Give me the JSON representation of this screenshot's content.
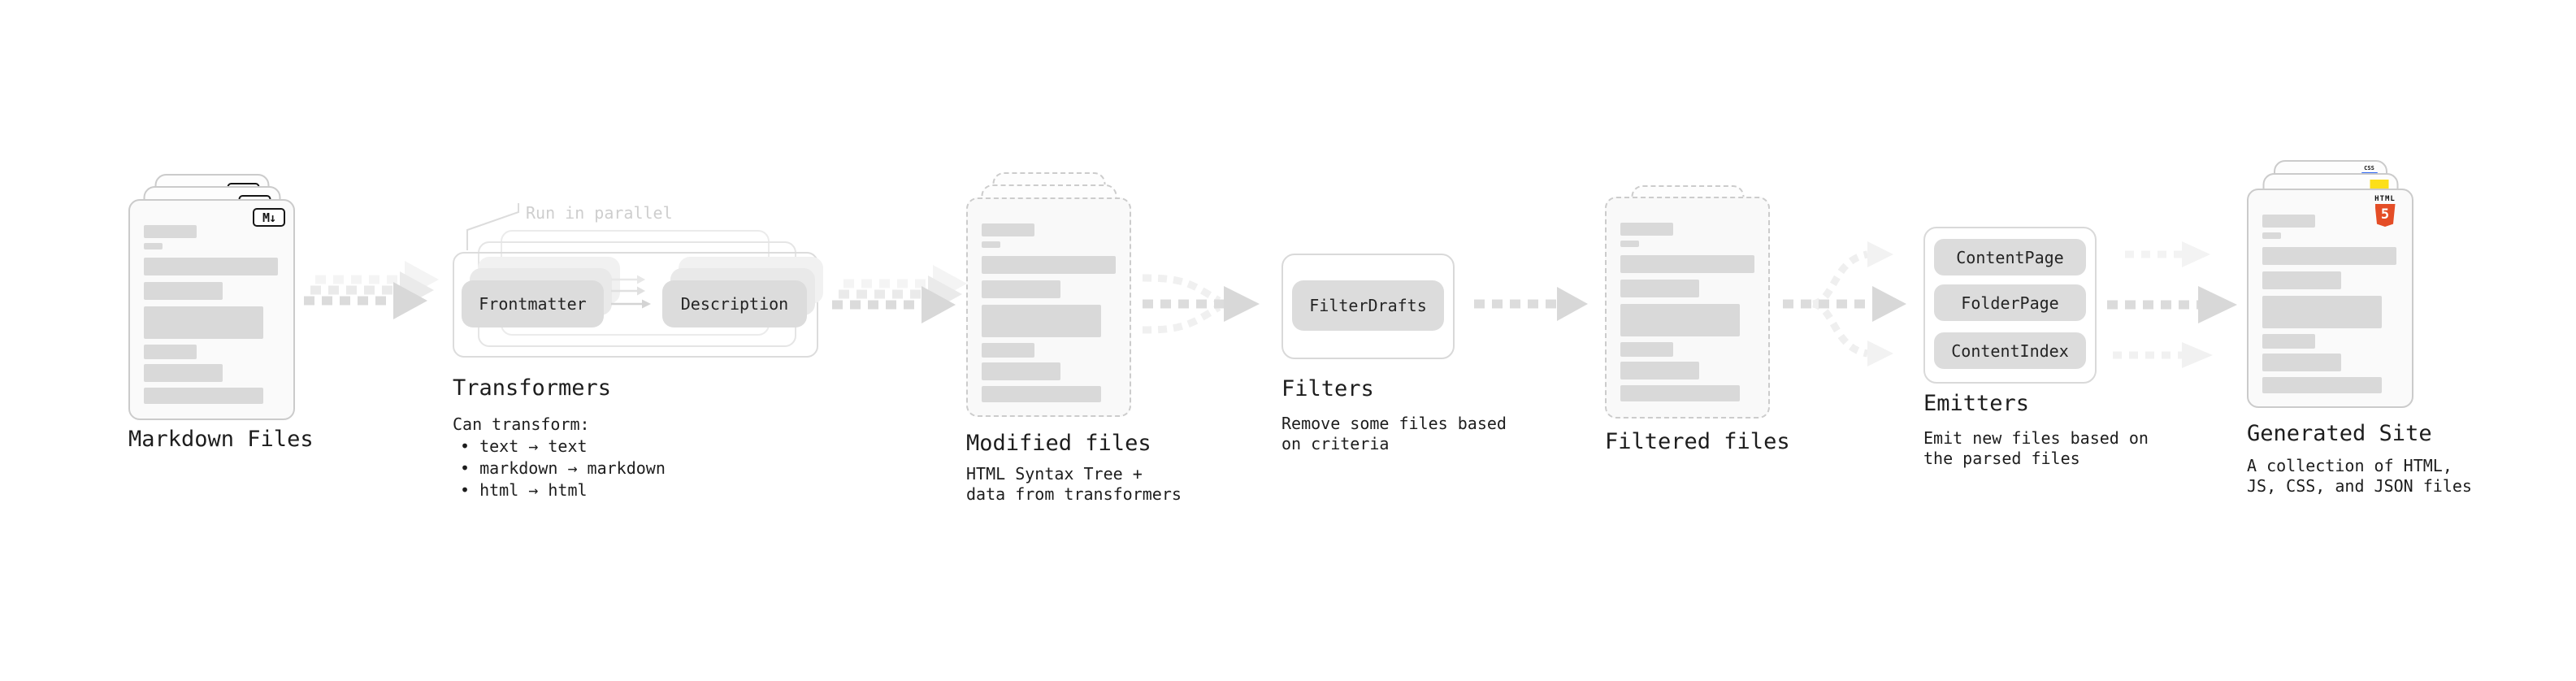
{
  "palette": {
    "text": "#1d1d1d",
    "annotation_gray": "#cecece",
    "doc_border": "#cbcbcb",
    "doc_bg": "#fafafa",
    "skeleton_bar": "#d9d9d9",
    "pill_bg": "#dcdcdc",
    "arrow_gray": "#d8d8d8",
    "html5_orange": "#e44d26",
    "css_blue": "#2d65f2",
    "js_yellow": "#fcdf19"
  },
  "stages": {
    "markdown_files": {
      "label": "Markdown Files",
      "badge": "M↓"
    },
    "transformers": {
      "label": "Transformers",
      "annotation": "Run in parallel",
      "steps": [
        "Frontmatter",
        "Description"
      ],
      "description": "Can transform:",
      "bullets": [
        "text → text",
        "markdown → markdown",
        "html → html"
      ]
    },
    "modified_files": {
      "label": "Modified files",
      "description_line1": "HTML Syntax Tree +",
      "description_line2": "data from transformers"
    },
    "filters": {
      "label": "Filters",
      "button": "FilterDrafts",
      "description_line1": "Remove some files based",
      "description_line2": "on criteria"
    },
    "filtered_files": {
      "label": "Filtered files"
    },
    "emitters": {
      "label": "Emitters",
      "buttons": [
        "ContentPage",
        "FolderPage",
        "ContentIndex"
      ],
      "description_line1": "Emit new files based on",
      "description_line2": "the parsed files"
    },
    "generated_site": {
      "label": "Generated Site",
      "description_line1": "A collection of HTML,",
      "description_line2": "JS, CSS, and JSON files",
      "badges": {
        "html_word": "HTML",
        "html_num": "5",
        "css": "CSS"
      }
    }
  }
}
